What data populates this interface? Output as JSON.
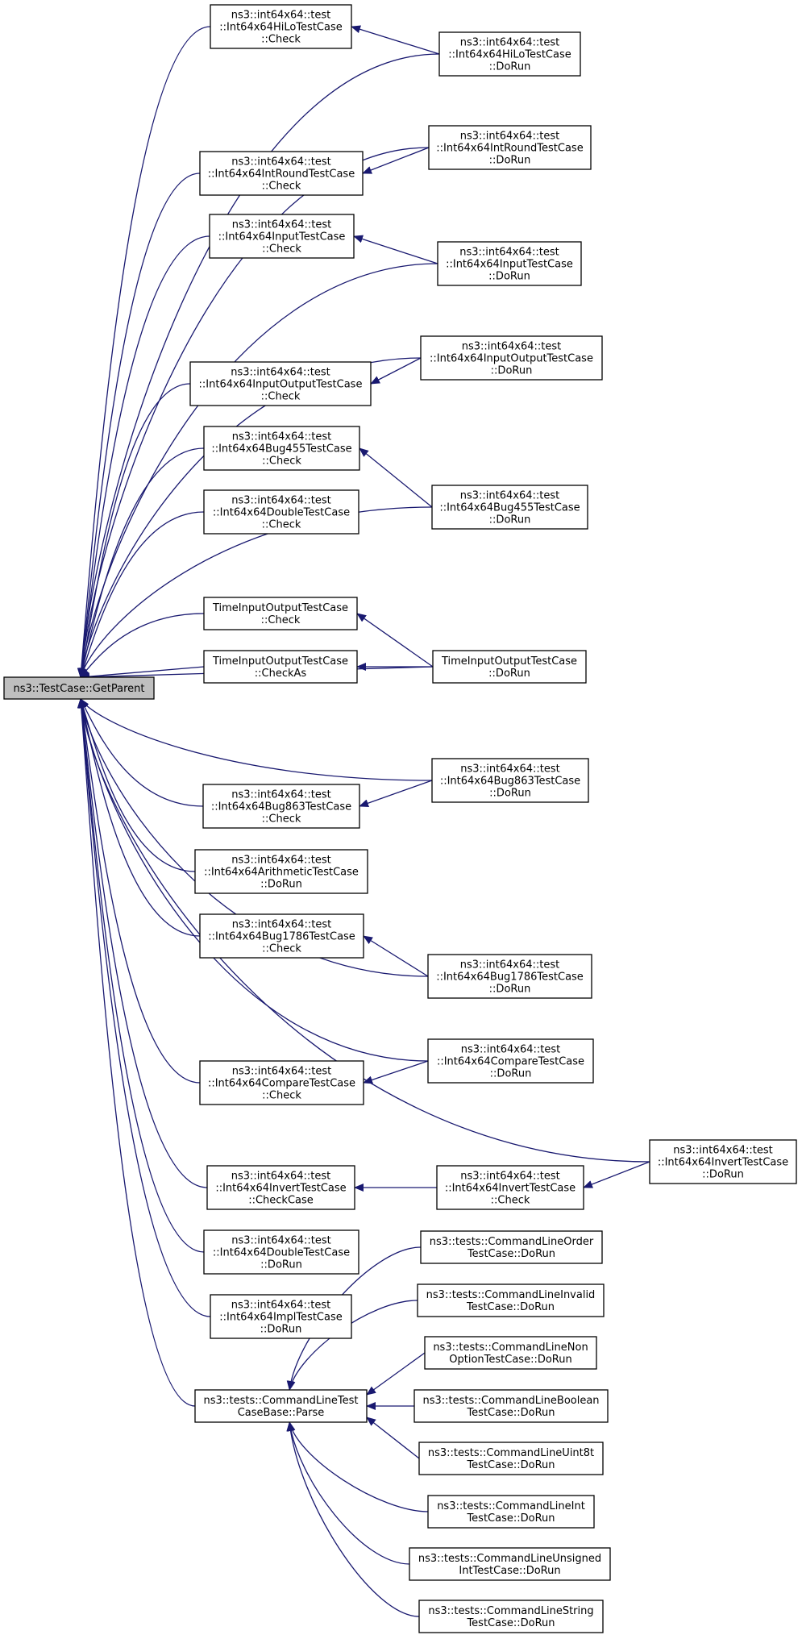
{
  "nodes": [
    {
      "id": "root",
      "lines": [
        "ns3::TestCase::GetParent"
      ],
      "focus": true
    },
    {
      "id": "hilo_check",
      "lines": [
        "ns3::int64x64::test",
        "::Int64x64HiLoTestCase",
        "::Check"
      ]
    },
    {
      "id": "hilo_dorun",
      "lines": [
        "ns3::int64x64::test",
        "::Int64x64HiLoTestCase",
        "::DoRun"
      ]
    },
    {
      "id": "intround_dorun",
      "lines": [
        "ns3::int64x64::test",
        "::Int64x64IntRoundTestCase",
        "::DoRun"
      ]
    },
    {
      "id": "intround_check",
      "lines": [
        "ns3::int64x64::test",
        "::Int64x64IntRoundTestCase",
        "::Check"
      ]
    },
    {
      "id": "input_check",
      "lines": [
        "ns3::int64x64::test",
        "::Int64x64InputTestCase",
        "::Check"
      ]
    },
    {
      "id": "input_dorun",
      "lines": [
        "ns3::int64x64::test",
        "::Int64x64InputTestCase",
        "::DoRun"
      ]
    },
    {
      "id": "inout_dorun",
      "lines": [
        "ns3::int64x64::test",
        "::Int64x64InputOutputTestCase",
        "::DoRun"
      ]
    },
    {
      "id": "inout_check",
      "lines": [
        "ns3::int64x64::test",
        "::Int64x64InputOutputTestCase",
        "::Check"
      ]
    },
    {
      "id": "bug455_check",
      "lines": [
        "ns3::int64x64::test",
        "::Int64x64Bug455TestCase",
        "::Check"
      ]
    },
    {
      "id": "double_check",
      "lines": [
        "ns3::int64x64::test",
        "::Int64x64DoubleTestCase",
        "::Check"
      ]
    },
    {
      "id": "bug455_dorun",
      "lines": [
        "ns3::int64x64::test",
        "::Int64x64Bug455TestCase",
        "::DoRun"
      ]
    },
    {
      "id": "tio_check",
      "lines": [
        "TimeInputOutputTestCase",
        "::Check"
      ]
    },
    {
      "id": "tio_checkas",
      "lines": [
        "TimeInputOutputTestCase",
        "::CheckAs"
      ]
    },
    {
      "id": "tio_dorun",
      "lines": [
        "TimeInputOutputTestCase",
        "::DoRun"
      ]
    },
    {
      "id": "bug863_dorun",
      "lines": [
        "ns3::int64x64::test",
        "::Int64x64Bug863TestCase",
        "::DoRun"
      ]
    },
    {
      "id": "bug863_check",
      "lines": [
        "ns3::int64x64::test",
        "::Int64x64Bug863TestCase",
        "::Check"
      ]
    },
    {
      "id": "arith_dorun",
      "lines": [
        "ns3::int64x64::test",
        "::Int64x64ArithmeticTestCase",
        "::DoRun"
      ]
    },
    {
      "id": "bug1786_check",
      "lines": [
        "ns3::int64x64::test",
        "::Int64x64Bug1786TestCase",
        "::Check"
      ]
    },
    {
      "id": "bug1786_dorun",
      "lines": [
        "ns3::int64x64::test",
        "::Int64x64Bug1786TestCase",
        "::DoRun"
      ]
    },
    {
      "id": "compare_dorun",
      "lines": [
        "ns3::int64x64::test",
        "::Int64x64CompareTestCase",
        "::DoRun"
      ]
    },
    {
      "id": "compare_check",
      "lines": [
        "ns3::int64x64::test",
        "::Int64x64CompareTestCase",
        "::Check"
      ]
    },
    {
      "id": "invert_dorun",
      "lines": [
        "ns3::int64x64::test",
        "::Int64x64InvertTestCase",
        "::DoRun"
      ]
    },
    {
      "id": "invert_check",
      "lines": [
        "ns3::int64x64::test",
        "::Int64x64InvertTestCase",
        "::Check"
      ]
    },
    {
      "id": "invert_checkcase",
      "lines": [
        "ns3::int64x64::test",
        "::Int64x64InvertTestCase",
        "::CheckCase"
      ]
    },
    {
      "id": "double_dorun",
      "lines": [
        "ns3::int64x64::test",
        "::Int64x64DoubleTestCase",
        "::DoRun"
      ]
    },
    {
      "id": "impl_dorun",
      "lines": [
        "ns3::int64x64::test",
        "::Int64x64ImplTestCase",
        "::DoRun"
      ]
    },
    {
      "id": "cl_parse",
      "lines": [
        "ns3::tests::CommandLineTest",
        "CaseBase::Parse"
      ]
    },
    {
      "id": "cl_order",
      "lines": [
        "ns3::tests::CommandLineOrder",
        "TestCase::DoRun"
      ]
    },
    {
      "id": "cl_invalid",
      "lines": [
        "ns3::tests::CommandLineInvalid",
        "TestCase::DoRun"
      ]
    },
    {
      "id": "cl_nonopt",
      "lines": [
        "ns3::tests::CommandLineNon",
        "OptionTestCase::DoRun"
      ]
    },
    {
      "id": "cl_bool",
      "lines": [
        "ns3::tests::CommandLineBoolean",
        "TestCase::DoRun"
      ]
    },
    {
      "id": "cl_uint8",
      "lines": [
        "ns3::tests::CommandLineUint8t",
        "TestCase::DoRun"
      ]
    },
    {
      "id": "cl_int",
      "lines": [
        "ns3::tests::CommandLineInt",
        "TestCase::DoRun"
      ]
    },
    {
      "id": "cl_unsigned",
      "lines": [
        "ns3::tests::CommandLineUnsigned",
        "IntTestCase::DoRun"
      ]
    },
    {
      "id": "cl_string",
      "lines": [
        "ns3::tests::CommandLineString",
        "TestCase::DoRun"
      ]
    }
  ],
  "edges": [
    {
      "from": "hilo_check",
      "to": "root"
    },
    {
      "from": "hilo_dorun",
      "to": "root"
    },
    {
      "from": "hilo_dorun",
      "to": "hilo_check"
    },
    {
      "from": "intround_dorun",
      "to": "root"
    },
    {
      "from": "intround_check",
      "to": "root"
    },
    {
      "from": "intround_dorun",
      "to": "intround_check"
    },
    {
      "from": "input_check",
      "to": "root"
    },
    {
      "from": "input_dorun",
      "to": "root"
    },
    {
      "from": "input_dorun",
      "to": "input_check"
    },
    {
      "from": "inout_dorun",
      "to": "root"
    },
    {
      "from": "inout_check",
      "to": "root"
    },
    {
      "from": "inout_dorun",
      "to": "inout_check"
    },
    {
      "from": "bug455_check",
      "to": "root"
    },
    {
      "from": "double_check",
      "to": "root"
    },
    {
      "from": "bug455_dorun",
      "to": "root"
    },
    {
      "from": "bug455_dorun",
      "to": "bug455_check"
    },
    {
      "from": "tio_check",
      "to": "root"
    },
    {
      "from": "tio_checkas",
      "to": "root"
    },
    {
      "from": "tio_dorun",
      "to": "root"
    },
    {
      "from": "tio_dorun",
      "to": "tio_check"
    },
    {
      "from": "tio_dorun",
      "to": "tio_checkas"
    },
    {
      "from": "bug863_dorun",
      "to": "root"
    },
    {
      "from": "bug863_check",
      "to": "root"
    },
    {
      "from": "bug863_dorun",
      "to": "bug863_check"
    },
    {
      "from": "arith_dorun",
      "to": "root"
    },
    {
      "from": "bug1786_check",
      "to": "root"
    },
    {
      "from": "bug1786_dorun",
      "to": "root"
    },
    {
      "from": "bug1786_dorun",
      "to": "bug1786_check"
    },
    {
      "from": "compare_dorun",
      "to": "root"
    },
    {
      "from": "compare_check",
      "to": "root"
    },
    {
      "from": "compare_dorun",
      "to": "compare_check"
    },
    {
      "from": "invert_dorun",
      "to": "root"
    },
    {
      "from": "invert_checkcase",
      "to": "root"
    },
    {
      "from": "invert_check",
      "to": "invert_checkcase"
    },
    {
      "from": "invert_dorun",
      "to": "invert_check"
    },
    {
      "from": "double_dorun",
      "to": "root"
    },
    {
      "from": "impl_dorun",
      "to": "root"
    },
    {
      "from": "cl_parse",
      "to": "root"
    },
    {
      "from": "cl_order",
      "to": "cl_parse"
    },
    {
      "from": "cl_invalid",
      "to": "cl_parse"
    },
    {
      "from": "cl_nonopt",
      "to": "cl_parse"
    },
    {
      "from": "cl_bool",
      "to": "cl_parse"
    },
    {
      "from": "cl_uint8",
      "to": "cl_parse"
    },
    {
      "from": "cl_int",
      "to": "cl_parse"
    },
    {
      "from": "cl_unsigned",
      "to": "cl_parse"
    },
    {
      "from": "cl_string",
      "to": "cl_parse"
    }
  ],
  "colors": {
    "edge": "#191970",
    "focus_fill": "#bfbfbf",
    "node_fill": "#ffffff",
    "border": "#000000"
  }
}
